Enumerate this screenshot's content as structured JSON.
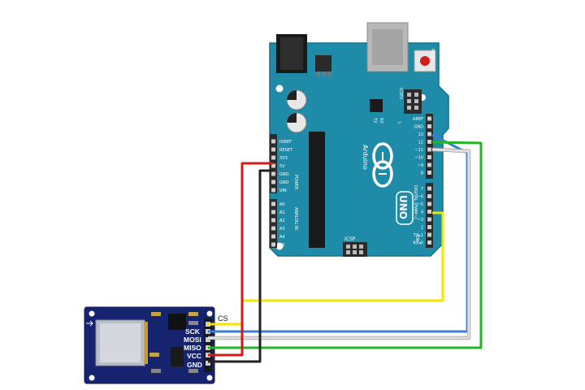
{
  "arduino": {
    "brand": "Arduino",
    "model": "UNO",
    "reset_label": "RESET",
    "icsp2_label": "ICSP2",
    "icsp_label": "ICSP",
    "tx_label": "TX",
    "rx_label": "RX",
    "l_label": "L",
    "on_label": "ON",
    "power_header_label": "POWER",
    "analog_header_label": "ANALOG IN",
    "digital_header_label": "DIGITAL (PWM~)",
    "power_pins": [
      "IOREF",
      "RESET",
      "3V3",
      "5V",
      "GND",
      "GND",
      "VIN"
    ],
    "analog_pins": [
      "A0",
      "A1",
      "A2",
      "A3",
      "A4",
      "A5"
    ],
    "digital_pins_upper": [
      "AREF",
      "GND",
      "13",
      "12",
      "~11",
      "~10",
      "~9",
      "8"
    ],
    "digital_pins_lower": [
      "7",
      "~6",
      "~5",
      "4",
      "~3",
      "2",
      "TX▸1",
      "RX◂0"
    ]
  },
  "sd_module": {
    "pin_labels": [
      "CS",
      "SCK",
      "MOSI",
      "MISO",
      "VCC",
      "GND"
    ]
  },
  "wires": [
    {
      "from": "SD.CS",
      "to": "D4",
      "color": "#f2e600"
    },
    {
      "from": "SD.SCK",
      "to": "D13",
      "color": "#3a7fd5"
    },
    {
      "from": "SD.MOSI",
      "to": "D11",
      "color": "#e0e0e0"
    },
    {
      "from": "SD.MISO",
      "to": "D12",
      "color": "#23b523"
    },
    {
      "from": "SD.VCC",
      "to": "5V",
      "color": "#d11a1a"
    },
    {
      "from": "SD.GND",
      "to": "GND",
      "color": "#222222"
    }
  ],
  "colors": {
    "board": "#1e8ca8",
    "module": "#16236e",
    "header": "#2b2b2b"
  }
}
